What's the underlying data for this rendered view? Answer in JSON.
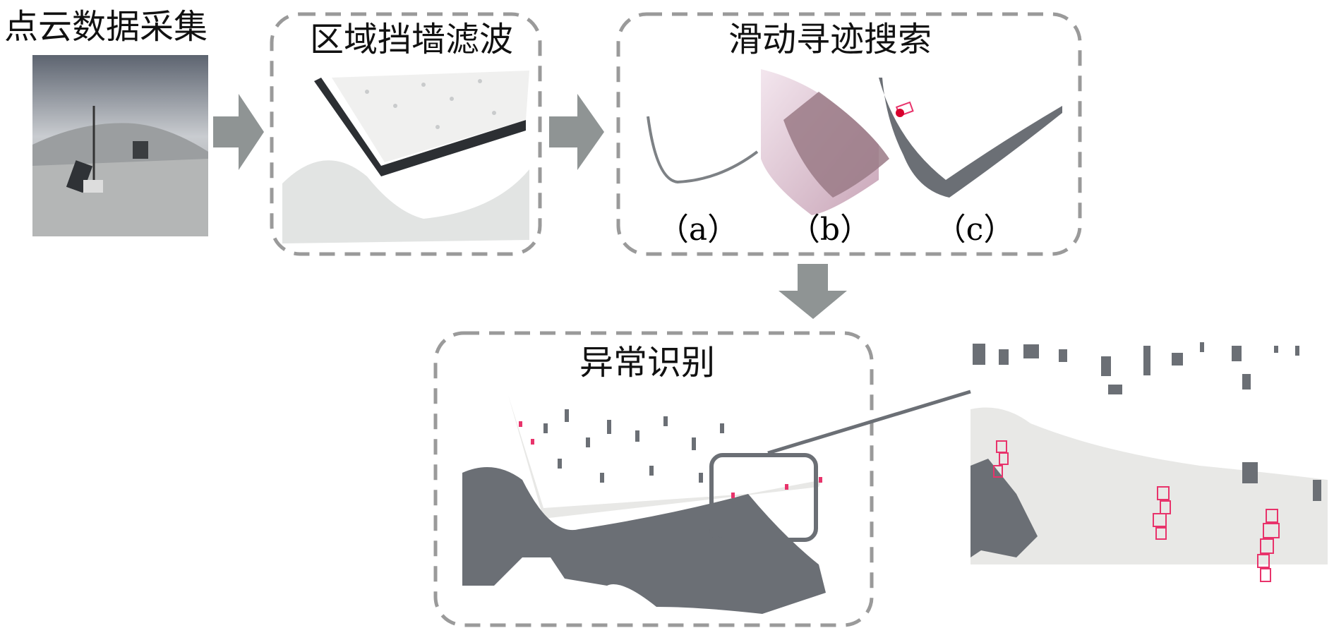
{
  "steps": {
    "collect": {
      "title": "点云数据采集"
    },
    "filter": {
      "title": "区域挡墙滤波"
    },
    "search": {
      "title": "滑动寻迹搜索",
      "sublabels": [
        "（a）",
        "（b）",
        "（c）"
      ]
    },
    "detect": {
      "title": "异常识别"
    }
  },
  "colors": {
    "point_cloud": "#6b6f75",
    "highlight": "#e8336b",
    "arrow": "#8f9494",
    "dash_border": "#9a9a9a"
  }
}
